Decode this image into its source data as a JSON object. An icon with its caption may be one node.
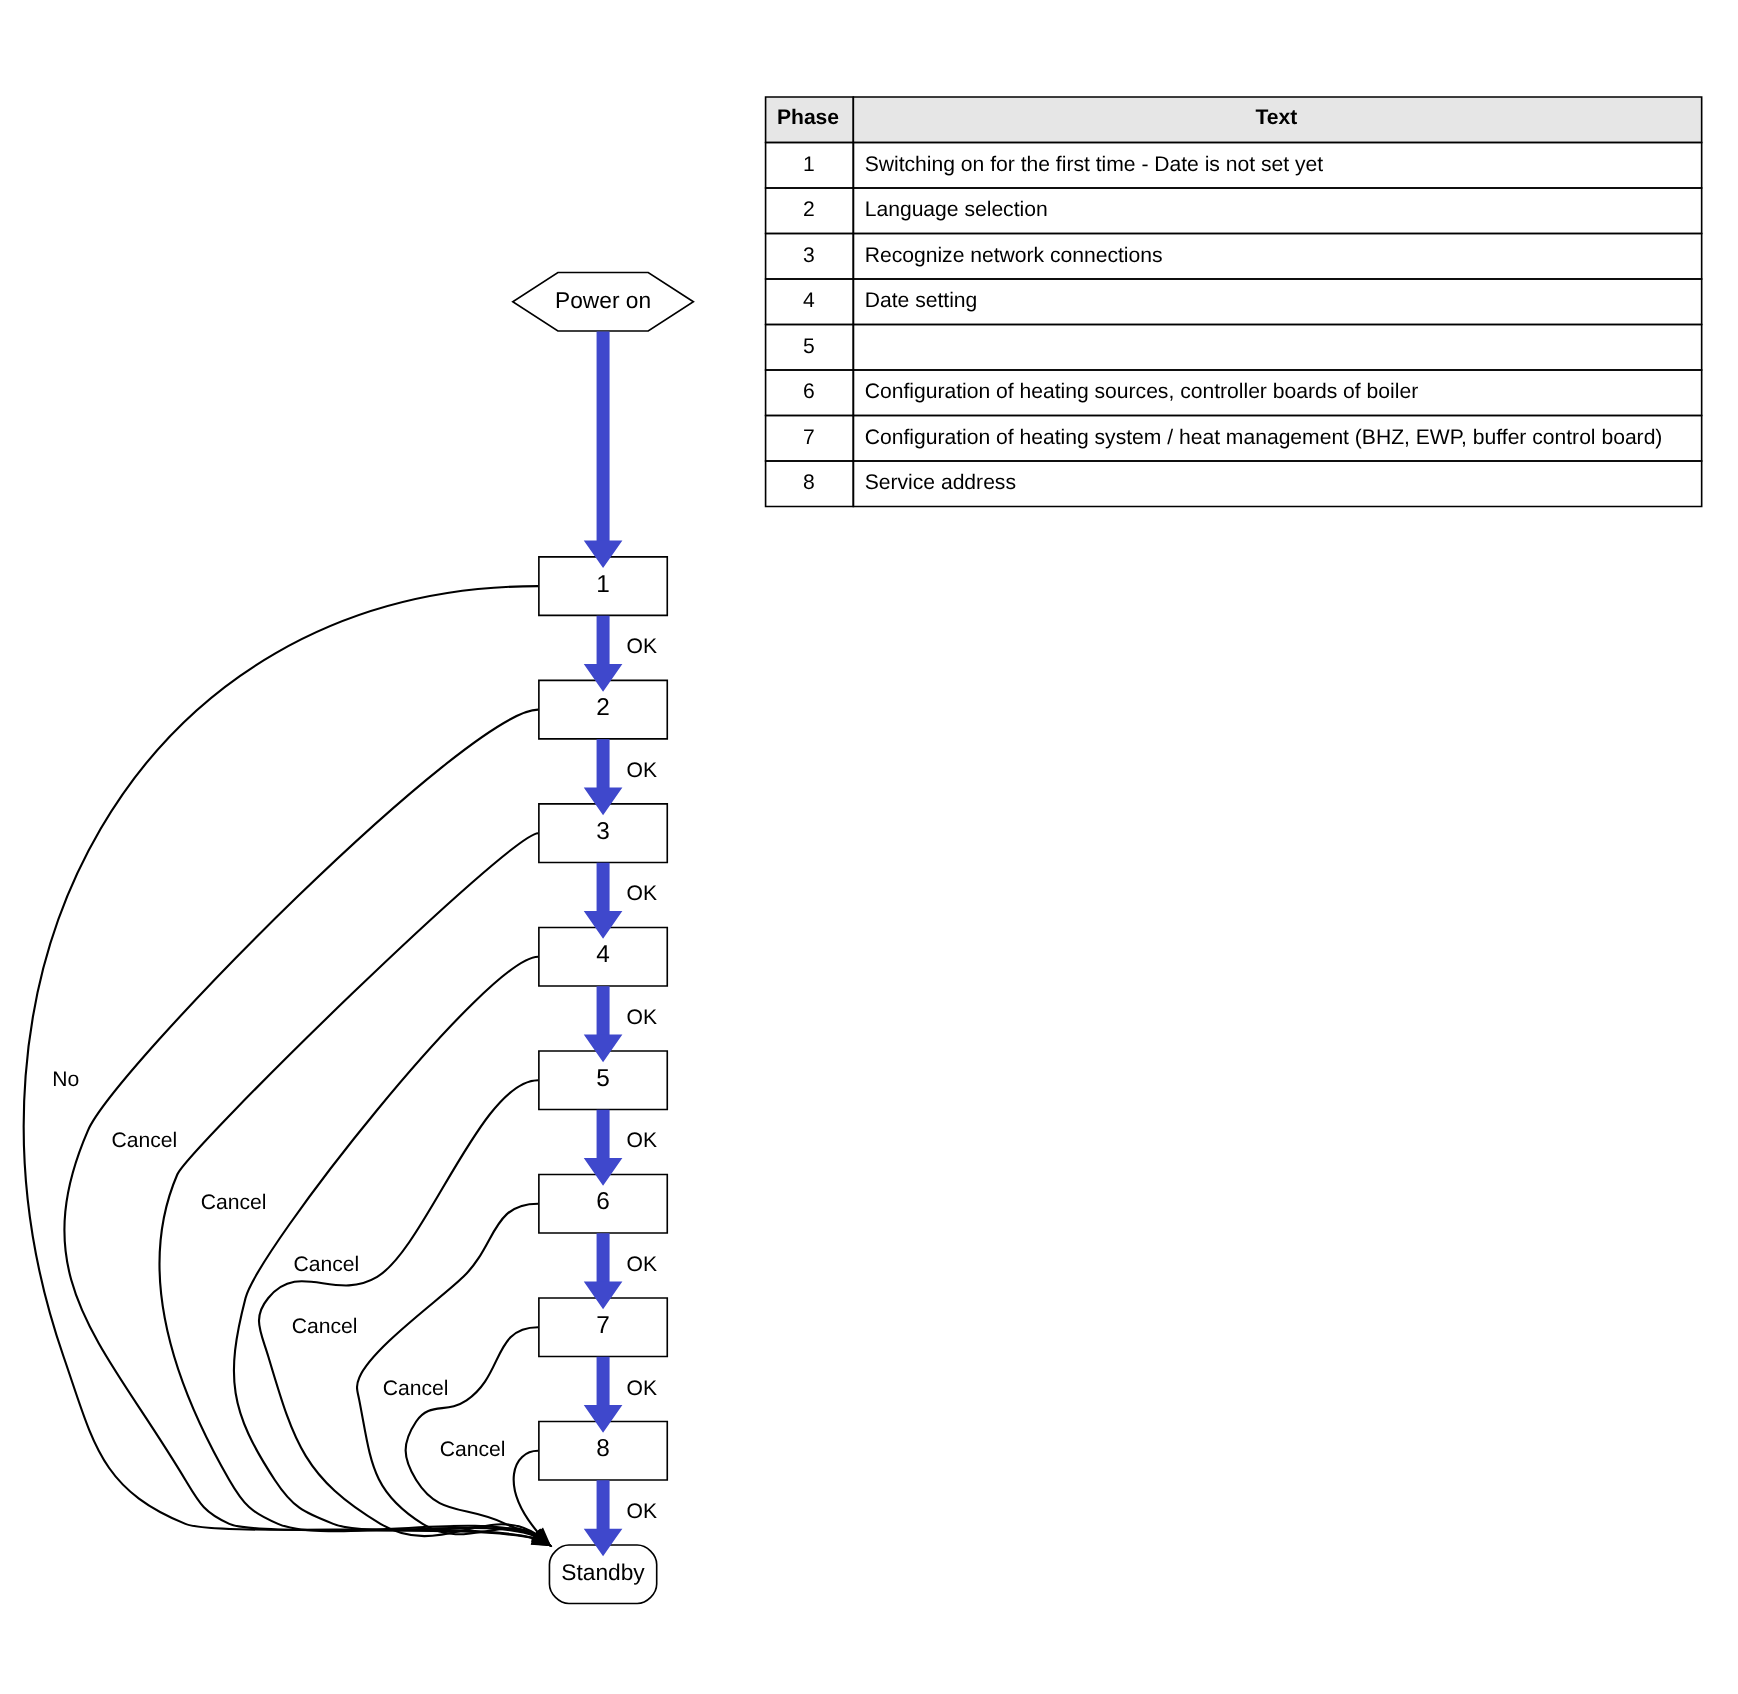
{
  "diagram": {
    "nodes": [
      {
        "text": [
          "Power on"
        ]
      },
      {
        "text": [
          "1"
        ]
      },
      {
        "text": [
          "2"
        ]
      },
      {
        "text": [
          "3"
        ]
      },
      {
        "text": [
          "4"
        ]
      },
      {
        "text": [
          "5"
        ]
      },
      {
        "text": [
          "6"
        ]
      },
      {
        "text": [
          "7"
        ]
      },
      {
        "text": [
          "8"
        ]
      },
      {
        "text": [
          "Standby"
        ]
      }
    ],
    "edges": [
      {
        "from": 0,
        "to": 1,
        "arrow": "to",
        "color": "#3f48cc"
      },
      {
        "from": 1,
        "to": 2,
        "arrow": "to",
        "label": "OK",
        "color": "#3f48cc"
      },
      {
        "from": 2,
        "to": 3,
        "arrow": "to",
        "label": "OK",
        "color": "#3f48cc"
      },
      {
        "from": 3,
        "to": 4,
        "arrow": "to",
        "label": "OK",
        "color": "#3f48cc"
      },
      {
        "from": 4,
        "to": 5,
        "arrow": "to",
        "label": "OK",
        "color": "#3f48cc"
      },
      {
        "from": 5,
        "to": 6,
        "arrow": "to",
        "label": "OK",
        "color": "#3f48cc"
      },
      {
        "from": 6,
        "to": 7,
        "arrow": "to",
        "label": "OK",
        "color": "#3f48cc"
      },
      {
        "from": 7,
        "to": 8,
        "arrow": "to",
        "label": "OK",
        "color": "#3f48cc"
      },
      {
        "from": 8,
        "to": 9,
        "arrow": "to",
        "label": "OK",
        "color": "#3f48cc"
      },
      {
        "from": 1,
        "to": 9,
        "arrow": "to",
        "label": "No",
        "color": "#000000"
      },
      {
        "from": 2,
        "to": 9,
        "arrow": "to",
        "label": "Cancel",
        "color": "#000000"
      },
      {
        "from": 3,
        "to": 9,
        "arrow": "to",
        "label": "Cancel",
        "color": "#000000"
      },
      {
        "from": 4,
        "to": 9,
        "arrow": "to",
        "label": "Cancel",
        "color": "#000000"
      },
      {
        "from": 5,
        "to": 9,
        "arrow": "to",
        "label": "Cancel",
        "color": "#000000"
      },
      {
        "from": 6,
        "to": 9,
        "arrow": "to",
        "label": "Cancel",
        "color": "#000000"
      },
      {
        "from": 7,
        "to": 9,
        "arrow": "to",
        "label": "Cancel",
        "color": "#000000"
      },
      {
        "from": 8,
        "to": 9,
        "arrow": "to",
        "color": "#000000"
      }
    ],
    "labels": [
      "Phase",
      "Text",
      "1",
      "Switching on for the first time - Date is not set yet",
      "2",
      "Language selection",
      "3",
      "Recognize network connections",
      "4",
      "Date setting",
      "5",
      "6",
      "Configuration of heating sources, controller boards of boiler",
      "7",
      "Configuration of heating system / heat management (BHZ, EWP, buffer control board)",
      "8",
      "Service address"
    ]
  }
}
